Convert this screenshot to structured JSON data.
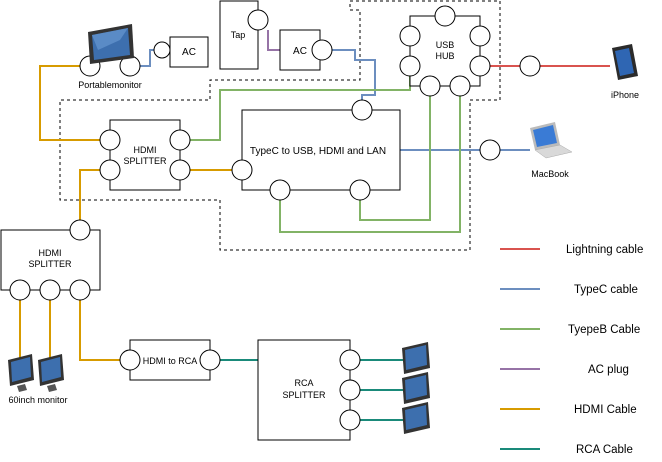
{
  "nodes": {
    "tap": "Tap",
    "ac_left": "AC",
    "ac_right": "AC",
    "usb_hub_line1": "USB",
    "usb_hub_line2": "HUB",
    "hdmi_splitter_top_line1": "HDMI",
    "hdmi_splitter_top_line2": "SPLITTER",
    "hdmi_splitter_left_line1": "HDMI",
    "hdmi_splitter_left_line2": "SPLITTER",
    "typec_adapter": "TypeC to USB, HDMI and LAN",
    "hdmi_to_rca": "HDMI to RCA",
    "rca_splitter_line1": "RCA",
    "rca_splitter_line2": "SPLITTER"
  },
  "devices": {
    "portable_monitor": "Portablemonitor",
    "iphone": "iPhone",
    "macbook": "MacBook",
    "tv_monitor": "60inch monitor"
  },
  "legend": [
    {
      "label": "Lightning cable",
      "color": "#d9534f"
    },
    {
      "label": "TypeC cable",
      "color": "#6c8ebf"
    },
    {
      "label": "TyepeB Cable",
      "color": "#82b366"
    },
    {
      "label": "AC plug",
      "color": "#9673a6"
    },
    {
      "label": "HDMI Cable",
      "color": "#d79b00"
    },
    {
      "label": "RCA Cable",
      "color": "#1a8a7a"
    }
  ],
  "colors": {
    "lightning": "#d9534f",
    "typec": "#6c8ebf",
    "typeb": "#82b366",
    "ac": "#9673a6",
    "hdmi": "#d79b00",
    "rca": "#1a8a7a"
  },
  "icons": {
    "monitor": "monitor-icon",
    "phone": "phone-icon",
    "laptop": "laptop-icon"
  }
}
